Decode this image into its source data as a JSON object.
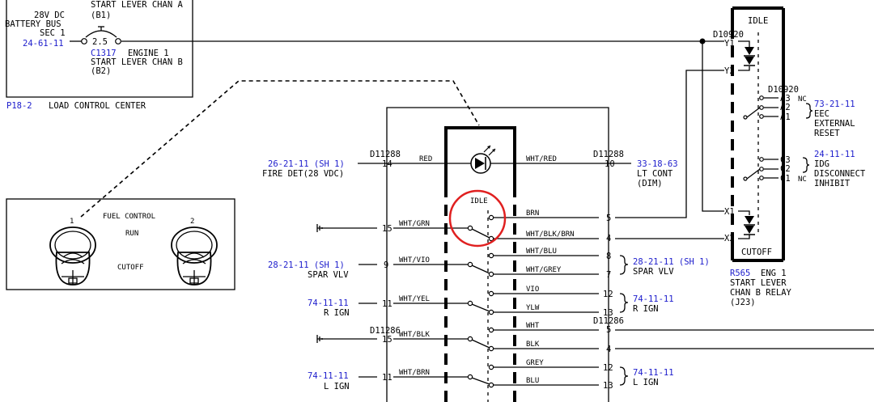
{
  "cb": {
    "top_fragment": "START LEVER CHAN A",
    "voltage": "28V DC",
    "bus": "BATTERY BUS",
    "sec": "SEC 1",
    "ref": "24-61-11",
    "b1": "(B1)",
    "rating": "2.5",
    "code": "C1317",
    "engine": "ENGINE 1",
    "chan_b": "START LEVER CHAN B",
    "b2": "(B2)",
    "panel": "P18-2",
    "panel_name": "LOAD CONTROL CENTER"
  },
  "fuel": {
    "title": "FUEL CONTROL",
    "run": "RUN",
    "cutoff": "CUTOFF",
    "lever1": "1",
    "lever2": "2"
  },
  "sw": {
    "d_left": "D11288",
    "d_right": "D11288",
    "d_left2": "D11286",
    "d_right2": "D11286",
    "idle": "IDLE",
    "left_refs": [
      {
        "ref": "26-21-11 (SH 1)",
        "sub": "FIRE DET(28 VDC)"
      },
      {
        "ref": "28-21-11 (SH 1)",
        "sub": "SPAR VLV"
      },
      {
        "ref": "74-11-11",
        "sub": "R IGN"
      },
      {
        "ref": "74-11-11",
        "sub": "L IGN"
      }
    ],
    "pins_left": [
      "14",
      "15",
      "9",
      "11",
      "15",
      "11"
    ],
    "pins_right": [
      "10",
      "5",
      "4",
      "8",
      "7",
      "12",
      "13",
      "5",
      "4",
      "12",
      "13"
    ],
    "wires_left": [
      "RED",
      "WHT/GRN",
      "WHT/VIO",
      "WHT/YEL",
      "WHT/BLK",
      "WHT/BRN"
    ],
    "wires_right": [
      "WHT/RED",
      "BRN",
      "WHT/BLK/BRN",
      "WHT/BLU",
      "WHT/GREY",
      "VIO",
      "YLW",
      "WHT",
      "BLK",
      "GREY",
      "BLU"
    ],
    "right_refs": [
      {
        "ref": "33-18-63",
        "sub1": "LT CONT",
        "sub2": "(DIM)"
      },
      {
        "ref": "28-21-11 (SH 1)",
        "sub1": "SPAR VLV"
      },
      {
        "ref": "74-11-11",
        "sub1": "R IGN"
      },
      {
        "ref": "74-11-11",
        "sub1": "L IGN"
      }
    ]
  },
  "relay": {
    "idle": "IDLE",
    "cutoff": "CUTOFF",
    "d_top": "D10920",
    "d_mid": "D10920",
    "y1": "Y1",
    "y2": "Y2",
    "x1": "X1",
    "x2": "X2",
    "a3": "A3",
    "a2": "A2",
    "a1": "A1",
    "nc_top": "NC",
    "c3": "C3",
    "c2": "C2",
    "c1": "C1",
    "nc_bot": "NC",
    "eec_ref": "73-21-11",
    "eec_1": "EEC",
    "eec_2": "EXTERNAL",
    "eec_3": "RESET",
    "idg_ref": "24-11-11",
    "idg_1": "IDG",
    "idg_2": "DISCONNECT",
    "idg_3": "INHIBIT",
    "code": "R565",
    "name1": "ENG 1",
    "name2": "START LEVER",
    "name3": "CHAN B RELAY",
    "name4": "(J23)"
  }
}
